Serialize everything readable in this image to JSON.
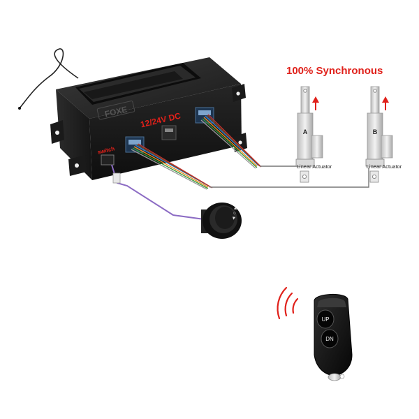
{
  "headline": "100% Synchronous",
  "controller": {
    "voltage_label": "12/24V DC",
    "switch_label": "switch",
    "logo_text": "FOXE"
  },
  "actuators": [
    {
      "letter": "A",
      "caption": "Linear Actuator"
    },
    {
      "letter": "B",
      "caption": "Linear Actuator"
    }
  ],
  "remote": {
    "up_label": "UP",
    "down_label": "DN"
  },
  "colors": {
    "headline": "#e0201a",
    "voltage": "#e0201a",
    "arrow": "#e0201a",
    "signal_waves": "#e0201a",
    "box": "#1f1f1f",
    "remote_body": "#141414",
    "switch_wire": "#8c6cc4"
  }
}
